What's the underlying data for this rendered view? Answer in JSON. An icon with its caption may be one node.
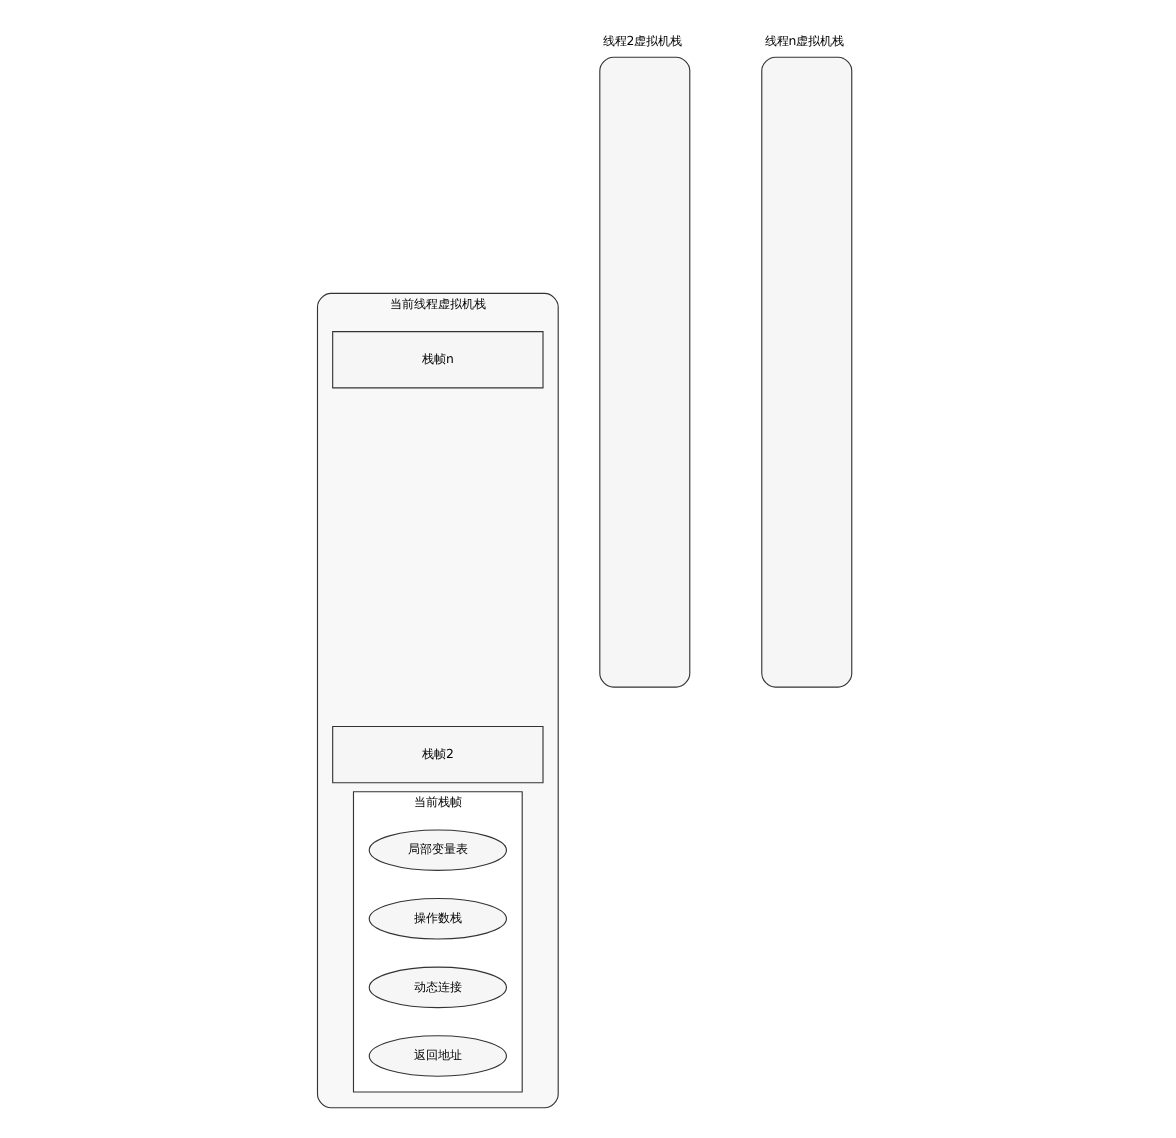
{
  "diagram": {
    "nodes": [
      {
        "text": [
          "当前线程虚拟机栈"
        ]
      },
      {
        "text": [
          "栈帧n"
        ],
        "in": 0
      },
      {
        "text": [
          "栈帧2"
        ],
        "in": 0
      },
      {
        "text": [
          "当前栈帧"
        ],
        "in": 0
      },
      {
        "text": [
          "局部变量表"
        ],
        "in": 3
      },
      {
        "text": [
          "操作数栈"
        ],
        "in": 3
      },
      {
        "text": [
          "动态连接"
        ],
        "in": 3
      },
      {
        "text": [
          "返回地址"
        ],
        "in": 3
      },
      {
        "text": [
          "线程2虚拟机栈"
        ]
      },
      {
        "text": [
          "线程n虚拟机栈"
        ]
      }
    ]
  }
}
